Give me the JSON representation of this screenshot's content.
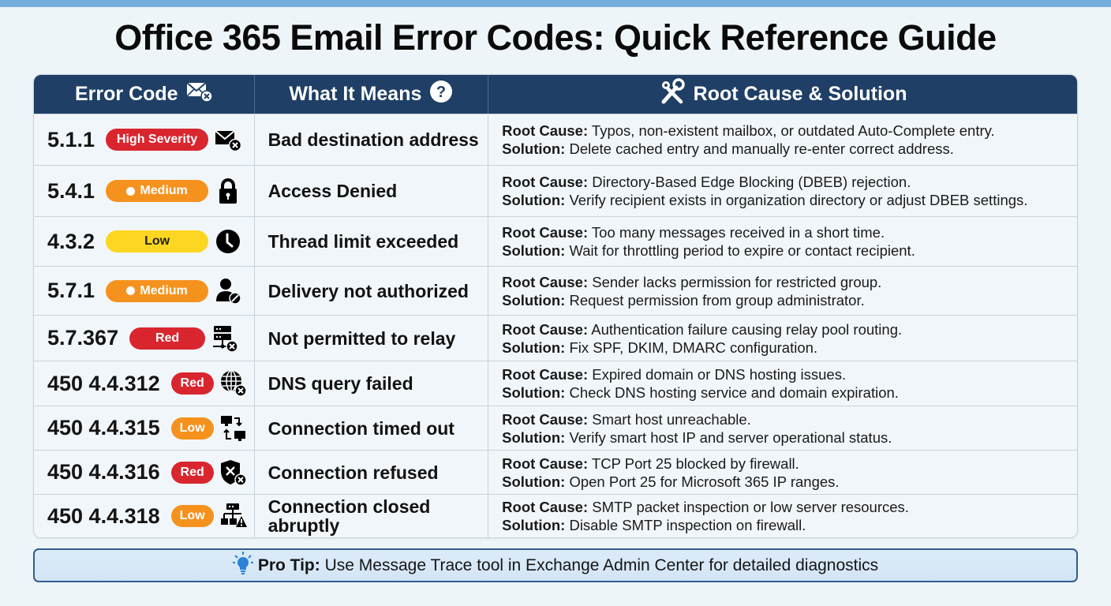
{
  "title": "Office 365 Email Error Codes: Quick Reference Guide",
  "colors": {
    "top_bar": "#74acdc",
    "header_bg": "#1f3f66",
    "severity_red": "#d9262e",
    "severity_orange": "#f5921e",
    "severity_yellow": "#fcd620",
    "tip_bg": "#d8e8f7",
    "tip_border": "#2e5c8e"
  },
  "table": {
    "headers": [
      {
        "label": "Error Code",
        "icon": "envelope-x-icon"
      },
      {
        "label": "What It Means",
        "icon": "question-circle-icon"
      },
      {
        "label": "Root Cause & Solution",
        "icon": "tools-icon"
      }
    ],
    "root_cause_label": "Root Cause:",
    "solution_label": "Solution:",
    "rows": [
      {
        "code": "5.1.1",
        "severity": "High Severity",
        "severity_color": "red",
        "dot": false,
        "icon": "envelope-x-icon",
        "meaning": "Bad destination address",
        "root_cause": "Typos, non-existent mailbox, or outdated Auto-Complete entry.",
        "solution": "Delete cached entry and manually re-enter correct address."
      },
      {
        "code": "5.4.1",
        "severity": "Medium",
        "severity_color": "orange",
        "dot": true,
        "icon": "lock-icon",
        "meaning": "Access Denied",
        "root_cause": "Directory-Based Edge Blocking (DBEB) rejection.",
        "solution": "Verify recipient exists in organization directory or adjust DBEB settings."
      },
      {
        "code": "4.3.2",
        "severity": "Low",
        "severity_color": "yellow",
        "dot": false,
        "icon": "clock-icon",
        "meaning": "Thread limit exceeded",
        "root_cause": "Too many messages received in a short time.",
        "solution": "Wait for throttling period to expire or contact recipient."
      },
      {
        "code": "5.7.1",
        "severity": "Medium",
        "severity_color": "orange",
        "dot": true,
        "icon": "user-blocked-icon",
        "meaning": "Delivery not authorized",
        "root_cause": "Sender lacks permission for restricted group.",
        "solution": "Request permission from group administrator."
      },
      {
        "code": "5.7.367",
        "severity": "Red",
        "severity_color": "red",
        "dot": false,
        "icon": "server-x-icon",
        "meaning": "Not permitted to relay",
        "root_cause": "Authentication failure causing relay pool routing.",
        "solution": "Fix SPF, DKIM, DMARC configuration."
      },
      {
        "code": "450 4.4.312",
        "severity": "Red",
        "severity_color": "red",
        "dot": false,
        "icon": "globe-x-icon",
        "meaning": "DNS query failed",
        "root_cause": "Expired domain or DNS hosting issues.",
        "solution": "Check DNS hosting service and domain expiration."
      },
      {
        "code": "450 4.4.315",
        "severity": "Low",
        "severity_color": "orange",
        "dot": false,
        "icon": "computers-transfer-icon",
        "meaning": "Connection timed out",
        "root_cause": "Smart host unreachable.",
        "solution": "Verify smart host IP and server operational status."
      },
      {
        "code": "450 4.4.316",
        "severity": "Red",
        "severity_color": "red",
        "dot": false,
        "icon": "shield-x-icon",
        "meaning": "Connection refused",
        "root_cause": "TCP Port 25 blocked by firewall.",
        "solution": "Open Port 25 for Microsoft 365 IP ranges."
      },
      {
        "code": "450 4.4.318",
        "severity": "Low",
        "severity_color": "orange",
        "dot": false,
        "icon": "network-warning-icon",
        "meaning": "Connection closed abruptly",
        "root_cause": "SMTP packet inspection or low server resources.",
        "solution": "Disable SMTP inspection on firewall."
      }
    ]
  },
  "pro_tip": {
    "icon": "lightbulb-icon",
    "label": "Pro Tip:",
    "text": "Use Message Trace tool in Exchange Admin Center for detailed diagnostics"
  }
}
